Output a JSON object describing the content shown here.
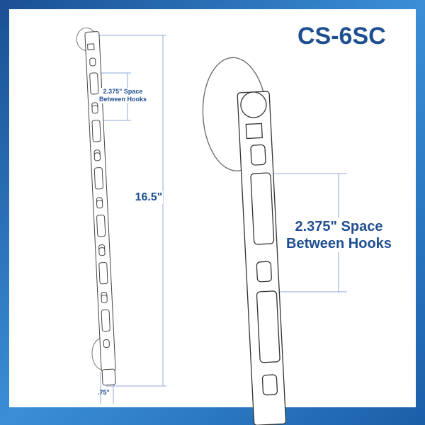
{
  "title": "CS-6SC",
  "dimensions": {
    "length": "16.5\"",
    "width": ".75\"",
    "space_line1": "2.375\" Space",
    "space_line2": "Between Hooks"
  },
  "colors": {
    "frame": "#1a5fa8",
    "text": "#1f4f91",
    "dim_line": "#8fa8d8",
    "outline": "#333333"
  }
}
